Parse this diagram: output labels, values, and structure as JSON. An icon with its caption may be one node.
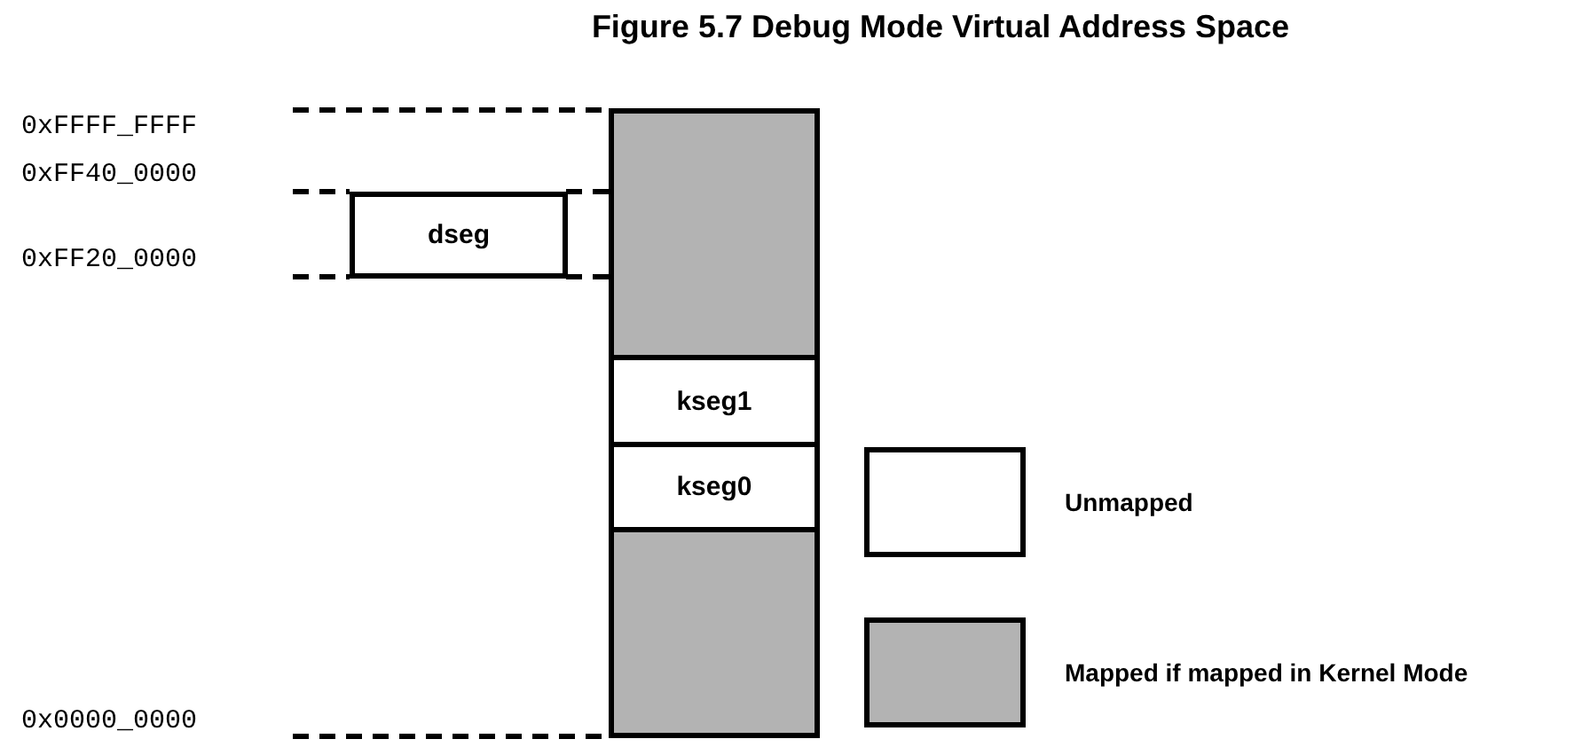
{
  "diagram": {
    "title": "Figure 5.7 Debug Mode Virtual Address Space",
    "nodes": [
      {
        "text": [],
        "shape": "box"
      },
      {
        "text": [
          "dseg"
        ]
      },
      {
        "text": [
          "kseg1"
        ]
      },
      {
        "text": [
          "kseg0"
        ]
      },
      {
        "text": [],
        "shape": "box"
      }
    ],
    "labels": [
      "0xFFFF_FFFF",
      "0xFF40_0000",
      "0xFF20_0000",
      "0x0000_0000"
    ],
    "legend": [
      {
        "text": "Unmapped",
        "color": "#ffffff"
      },
      {
        "text": "Mapped if mapped in Kernel Mode",
        "color": "#b3b3b3"
      }
    ]
  }
}
